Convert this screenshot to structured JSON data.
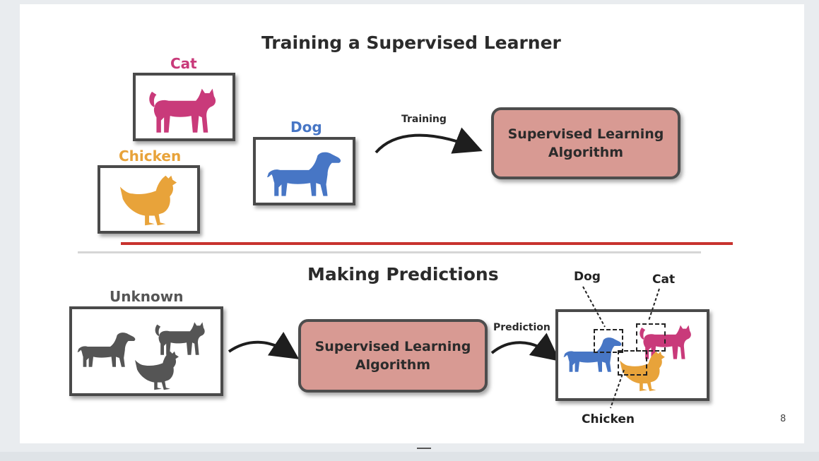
{
  "slide": {
    "title": "Training a Supervised Learner",
    "page_number": "8"
  },
  "training": {
    "labels": {
      "cat": "Cat",
      "chicken": "Chicken",
      "dog": "Dog"
    },
    "arrow_label": "Training",
    "algorithm_line1": "Supervised Learning",
    "algorithm_line2": "Algorithm"
  },
  "prediction": {
    "section_title": "Making Predictions",
    "unknown_label": "Unknown",
    "arrow_label": "Prediction",
    "algorithm_line1": "Supervised Learning",
    "algorithm_line2": "Algorithm",
    "output_labels": {
      "dog": "Dog",
      "cat": "Cat",
      "chicken": "Chicken"
    }
  },
  "colors": {
    "cat": "#c93a7a",
    "dog": "#4776c5",
    "chicken": "#e8a33a",
    "unknown": "#555555",
    "algorithm_fill": "#d89a93",
    "divider_red": "#c8322e"
  }
}
